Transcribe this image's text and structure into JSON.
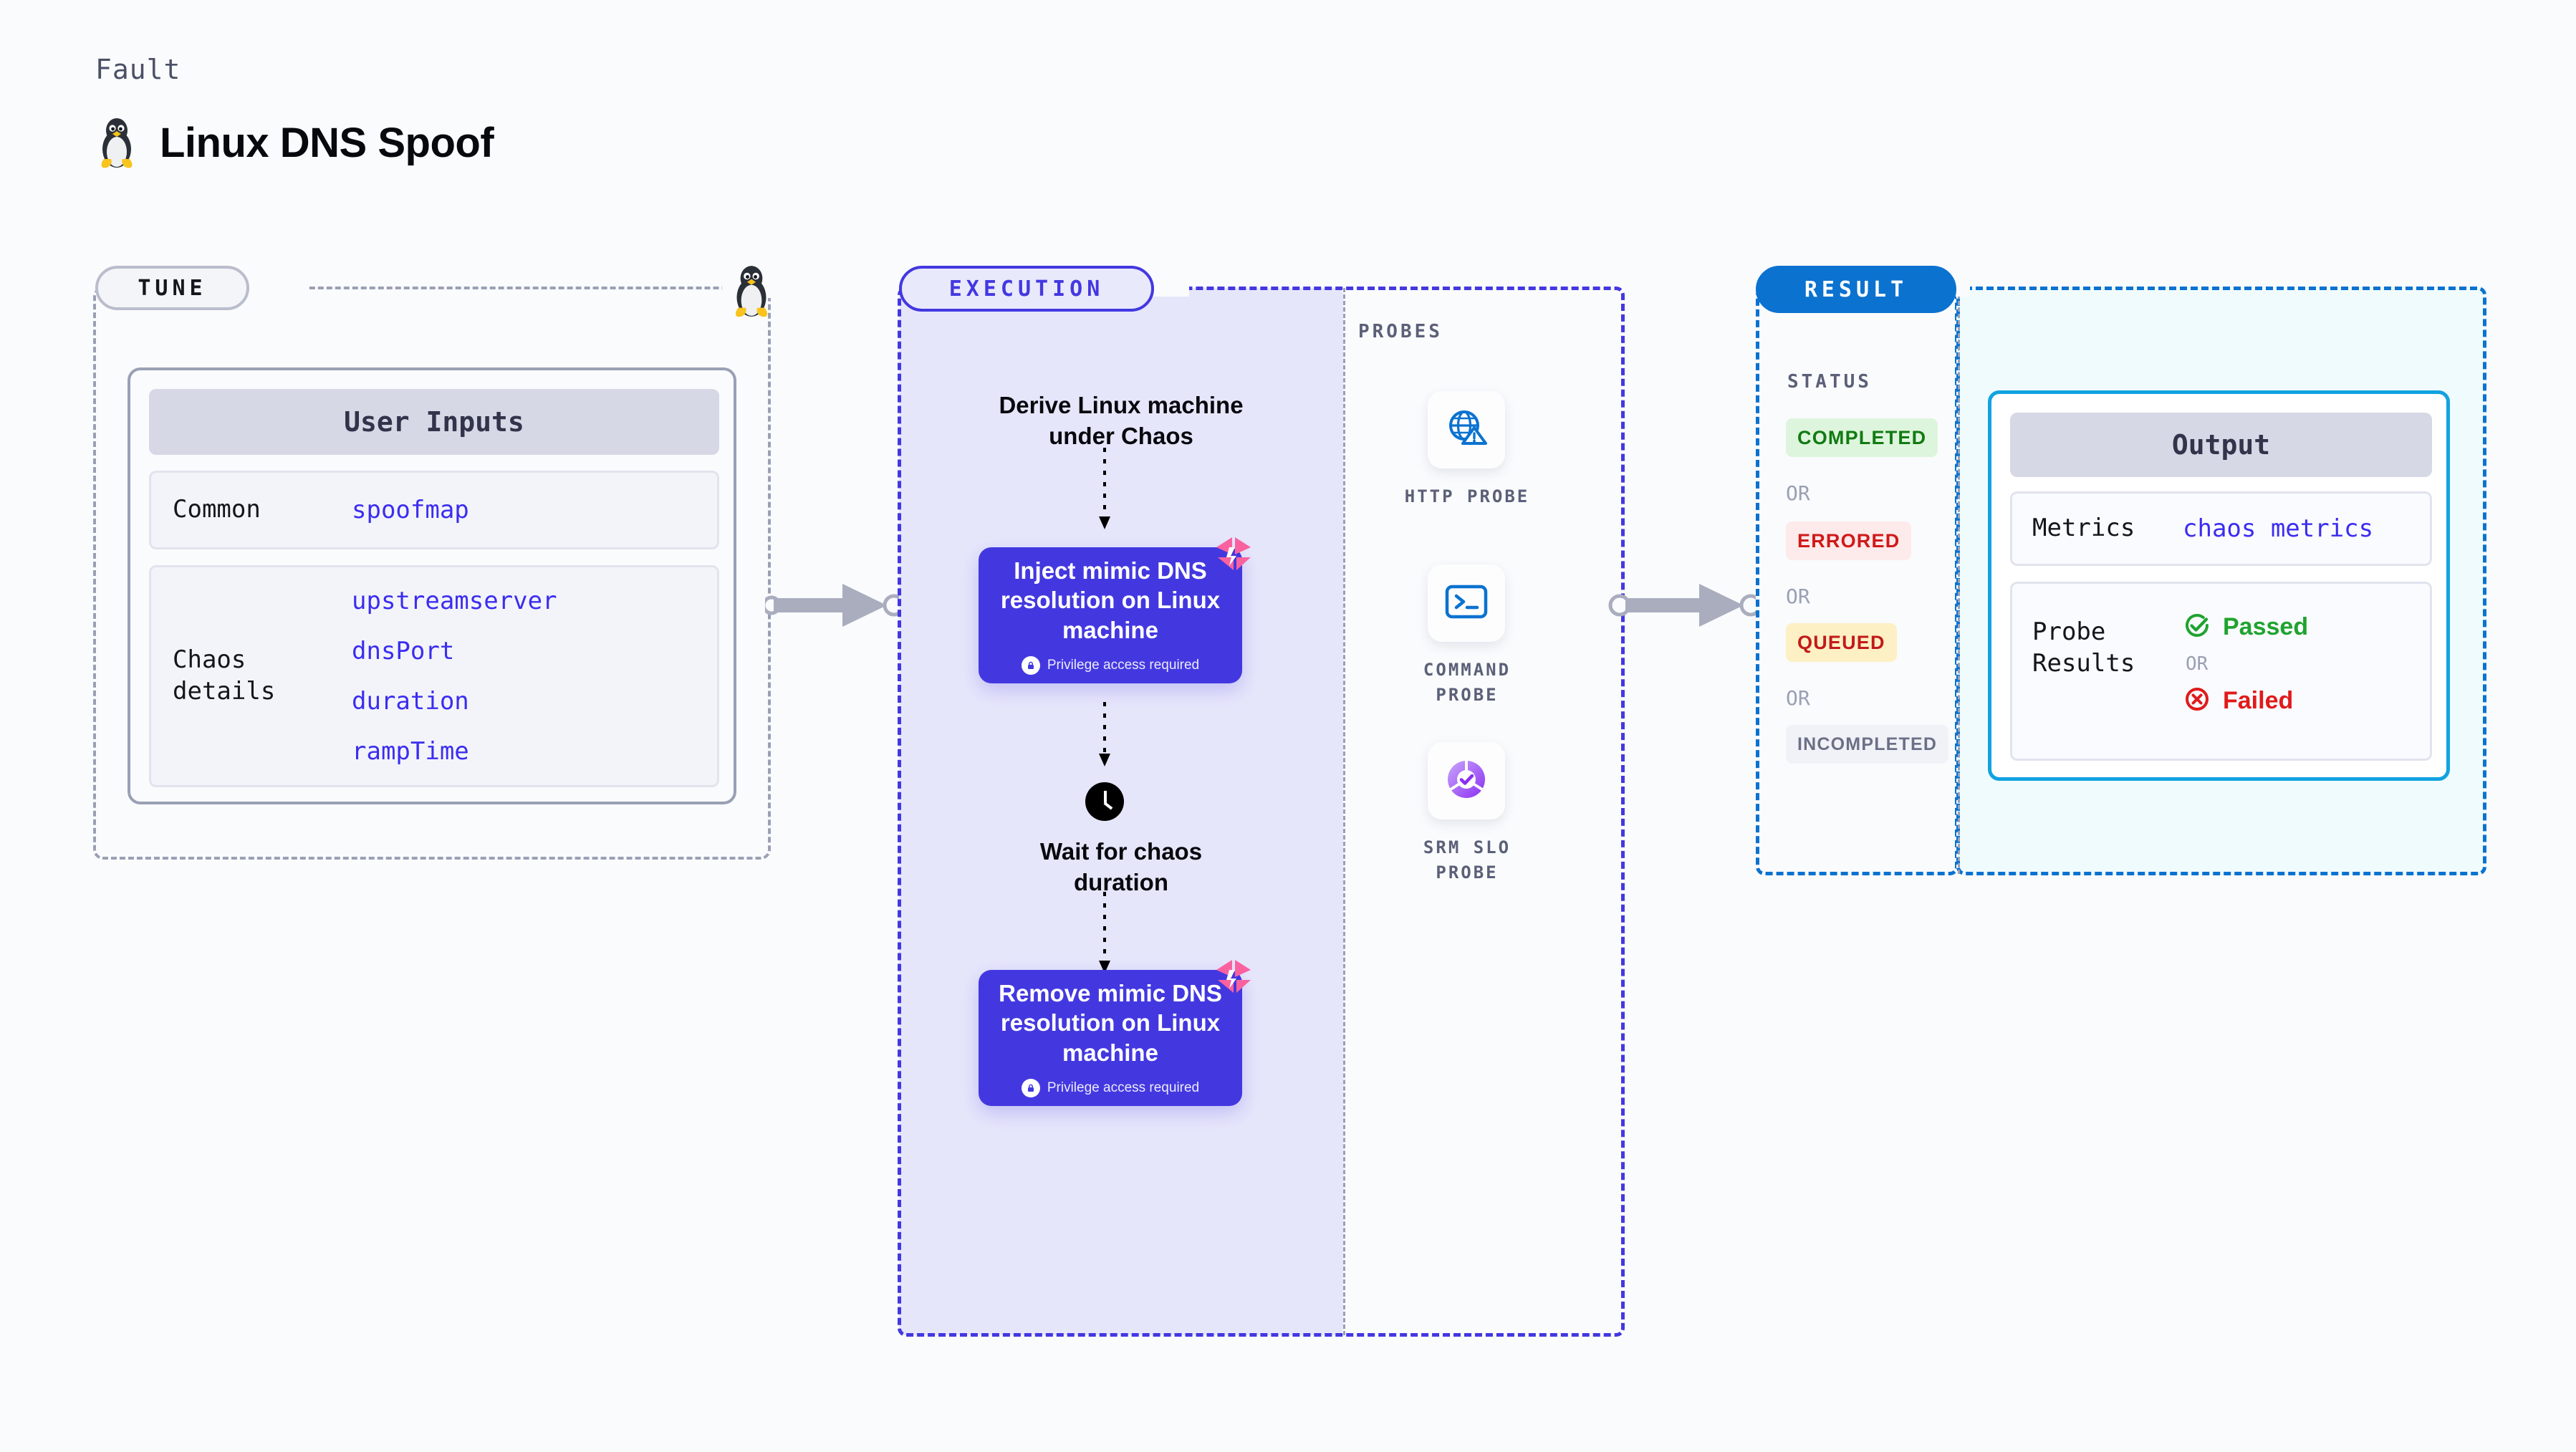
{
  "header": {
    "kicker": "Fault",
    "title": "Linux DNS Spoof",
    "os_icon": "linux-penguin-icon"
  },
  "tune": {
    "pill_label": "TUNE",
    "corner_icon": "linux-penguin-icon",
    "card": {
      "head_label": "User Inputs",
      "rows": [
        {
          "label": "Common",
          "values": [
            "spoofmap"
          ]
        },
        {
          "label": "Chaos details",
          "values": [
            "upstreamserver",
            "dnsPort",
            "duration",
            "rampTime"
          ]
        }
      ]
    }
  },
  "execution": {
    "pill_label": "EXECUTION",
    "steps": {
      "derive": "Derive Linux machine\nunder Chaos",
      "inject_title": "Inject mimic DNS\nresolution on Linux\nmachine",
      "inject_sub": "Privilege access required",
      "wait": "Wait for chaos\nduration",
      "remove_title": "Remove mimic DNS\nresolution on Linux\nmachine",
      "remove_sub": "Privilege access required"
    },
    "icons": {
      "fault_flag": "chaos-fault-flag-icon",
      "clock": "clock-icon",
      "lock": "lock-icon"
    }
  },
  "probes": {
    "title": "PROBES",
    "items": [
      {
        "label": "HTTP PROBE",
        "icon": "globe-warning-icon"
      },
      {
        "label": "COMMAND\nPROBE",
        "icon": "terminal-icon"
      },
      {
        "label": "SRM SLO\nPROBE",
        "icon": "slo-donut-check-icon"
      }
    ]
  },
  "result": {
    "pill_label": "RESULT",
    "status_title": "STATUS",
    "or_label": "OR",
    "statuses": [
      {
        "label": "COMPLETED",
        "bg": "#ddf5dd",
        "fg": "#127a12"
      },
      {
        "label": "ERRORED",
        "bg": "#fdeaea",
        "fg": "#d01919"
      },
      {
        "label": "QUEUED",
        "bg": "#fdf0c4",
        "fg": "#c21a1a"
      },
      {
        "label": "INCOMPLETED",
        "bg": "#f1f2f8",
        "fg": "#6b7086"
      }
    ],
    "output": {
      "head_label": "Output",
      "metrics_label": "Metrics",
      "metrics_value": "chaos metrics",
      "probe_results_label": "Probe\nResults",
      "passed_label": "Passed",
      "failed_label": "Failed",
      "or_label": "OR",
      "passed_icon": "check-circle-icon",
      "failed_icon": "x-circle-icon"
    }
  },
  "colors": {
    "accent_purple": "#4338e0",
    "accent_blue": "#0b72d0",
    "pink_flag": "#f9629f",
    "pass_green": "#1fa32f",
    "fail_red": "#e01b1b",
    "exec_bg": "#e6e6fb",
    "output_bg": "#f0fbfe"
  }
}
